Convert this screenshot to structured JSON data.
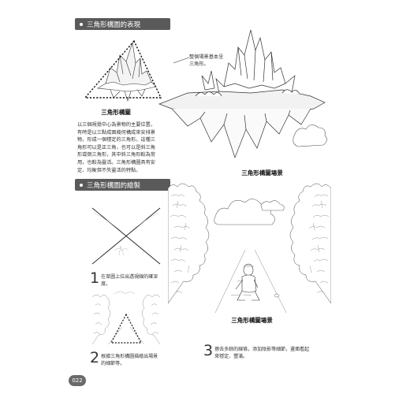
{
  "section1": {
    "title": "三角形構圖的表現"
  },
  "top_figure": {
    "note": [
      "整個場景基本呈",
      "三角形。"
    ],
    "left_caption": "三角形構圖",
    "body": [
      "以三個視覺中心為景物的主要位置，",
      "有時是以三點成面幾何構成來安排景",
      "物，形成一個穩定的三角形。這種三",
      "角形可以是正三角，也可以是斜三角",
      "形或倒三角形，其中斜三角形較為常",
      "用，也較為靈活。三角形構圖具有安",
      "定、均衡但不失靈活的特點。"
    ],
    "right_caption": "三角形構圖場景"
  },
  "section2": {
    "title": "三角形構圖的繪製"
  },
  "steps": [
    {
      "num": "1",
      "lines": [
        "在草圖上拉出透視線的確深",
        "度。"
      ]
    },
    {
      "num": "2",
      "lines": [
        "根據三角形構圖描繪出場景",
        "的細節等。"
      ]
    },
    {
      "num": "3",
      "lines": [
        "擦去多餘的線條，添加陰影等細節，畫面看起",
        "來穩定、豐滿。"
      ]
    }
  ],
  "bottom_caption": "三角形構圖場景",
  "page_number": "022"
}
